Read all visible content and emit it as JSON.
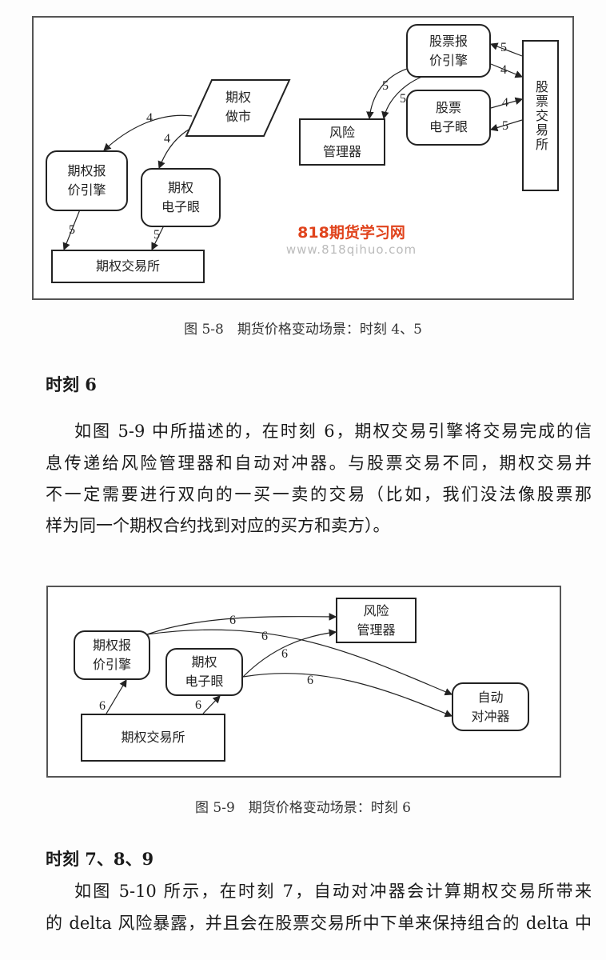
{
  "figure1": {
    "nodes": {
      "option_market_maker": "期权\n做市",
      "option_quote_engine": "期权报\n价引擎",
      "option_eye": "期权\n电子眼",
      "option_exchange": "期权交易所",
      "risk_manager": "风险\n管理器",
      "stock_quote_engine": "股票报\n价引擎",
      "stock_eye": "股票\n电子眼",
      "stock_exchange": "股票交易所"
    },
    "labels": {
      "four": "4",
      "five": "5"
    },
    "watermark": {
      "title": "818期货学习网",
      "url": "www.818qihuo.com"
    },
    "caption": "图 5-8　期货价格变动场景：时刻 4、5"
  },
  "section6": {
    "heading": "时刻 6",
    "lines": [
      "如图 5-9 中所描述的，在时刻 6，期权交易引擎将交易完成的信",
      "息传递给风险管理器和自动对冲器。与股票交易不同，期权交易并",
      "不一定需要进行双向的一买一卖的交易（比如，我们没法像股票那",
      "样为同一个期权合约找到对应的买方和卖方）。"
    ]
  },
  "figure2": {
    "nodes": {
      "option_quote_engine": "期权报\n价引擎",
      "option_eye": "期权\n电子眼",
      "option_exchange": "期权交易所",
      "risk_manager": "风险\n管理器",
      "auto_hedger": "自动\n对冲器"
    },
    "labels": {
      "six": "6"
    },
    "caption": "图 5-9　期货价格变动场景：时刻 6"
  },
  "section789": {
    "heading": "时刻 7、8、9",
    "lines": [
      "如图 5-10 所示，在时刻 7，自动对冲器会计算期权交易所带来",
      "的 delta 风险暴露，并且会在股票交易所中下单来保持组合的 delta 中"
    ]
  }
}
